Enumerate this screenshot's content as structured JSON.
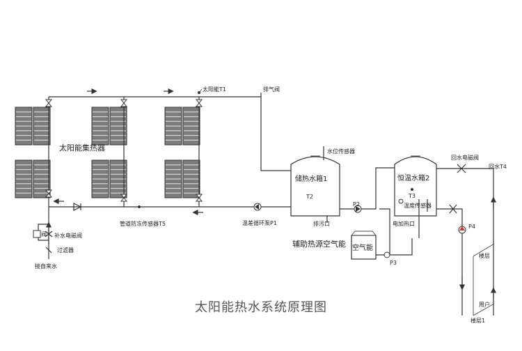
{
  "title": "太阳能热水系统原理图",
  "labels": {
    "collector": "太阳能集热器",
    "solar_t1": "太阳能T1",
    "exhaust_valve": "排气阀",
    "level_sensor": "水位传感器",
    "storage_tank": "储热水箱1",
    "t2": "T2",
    "return_valve": "回水电磁阀",
    "return_t4": "回水T4",
    "const_tank": "恒温水箱2",
    "t3": "T3",
    "temp_sensor": "温度传感器",
    "elec_heat": "电加热口",
    "p2": "P2",
    "pump_p1": "温差循环泵P1",
    "drain": "排污口",
    "pipe_sensor": "管道防冻传感器T5",
    "aux_heat": "辅助热源空气能",
    "air_energy": "空气能",
    "p3": "P3",
    "p4": "P4",
    "makeup_valve": "补水电磁阀",
    "valve_short": "阀",
    "filter": "过滤器",
    "tap_water": "接自来水",
    "floor": "楼层1",
    "floor_top": "楼层",
    "floor_mid": "用户"
  }
}
